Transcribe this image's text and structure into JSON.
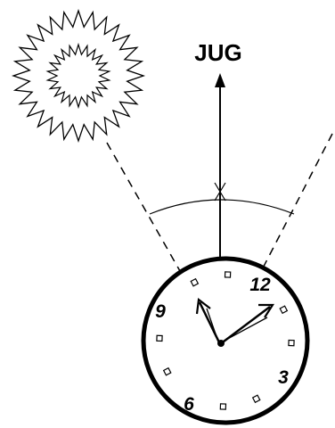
{
  "diagram": {
    "direction_label": "JUG",
    "clock_numbers": {
      "twelve": "12",
      "three": "3",
      "six": "6",
      "nine": "9"
    }
  }
}
